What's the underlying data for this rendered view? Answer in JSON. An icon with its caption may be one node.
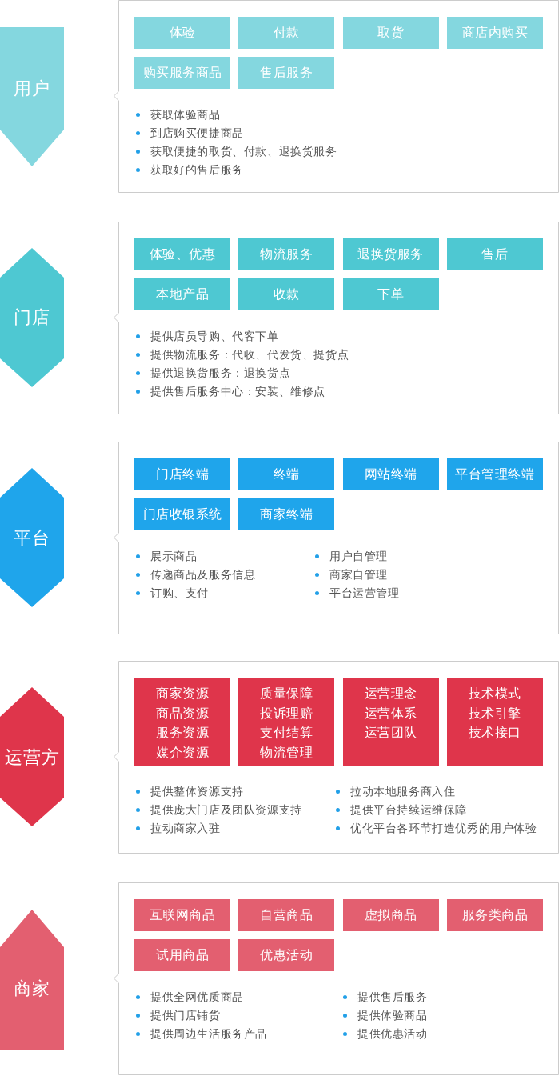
{
  "diagram": {
    "nodes": [
      {
        "text": [
          "用户"
        ]
      },
      {
        "text": [
          "获取体验商品",
          "到店购买便捷商品",
          "获取便捷的取货、付款、退换货服务",
          "获取好的售后服务"
        ]
      },
      {
        "text": [
          "体验"
        ],
        "in": 1
      },
      {
        "text": [
          "付款"
        ],
        "in": 1
      },
      {
        "text": [
          "取货"
        ],
        "in": 1
      },
      {
        "text": [
          "商店内购买"
        ],
        "in": 1
      },
      {
        "text": [
          "购买服务商品"
        ],
        "in": 1
      },
      {
        "text": [
          "售后服务"
        ],
        "in": 1
      },
      {
        "text": [
          "门店"
        ]
      },
      {
        "text": [
          "提供店员导购、代客下单",
          "提供物流服务：代收、代发货、提货点",
          "提供退换货服务：退换货点",
          "提供售后服务中心：安装、维修点"
        ]
      },
      {
        "text": [
          "体验、优惠"
        ],
        "in": 9
      },
      {
        "text": [
          "物流服务"
        ],
        "in": 9
      },
      {
        "text": [
          "退换货服务"
        ],
        "in": 9
      },
      {
        "text": [
          "售后"
        ],
        "in": 9
      },
      {
        "text": [
          "本地产品"
        ],
        "in": 9
      },
      {
        "text": [
          "收款"
        ],
        "in": 9
      },
      {
        "text": [
          "下单"
        ],
        "in": 9
      },
      {
        "text": [
          "平台"
        ]
      },
      {
        "text": [
          "展示商品",
          "传递商品及服务信息",
          "订购、支付",
          "用户自管理",
          "商家自管理",
          "平台运营管理"
        ]
      },
      {
        "text": [
          "门店终端"
        ],
        "in": 18
      },
      {
        "text": [
          "终端"
        ],
        "in": 18
      },
      {
        "text": [
          "网站终端"
        ],
        "in": 18
      },
      {
        "text": [
          "平台管理终端"
        ],
        "in": 18
      },
      {
        "text": [
          "门店收银系统"
        ],
        "in": 18
      },
      {
        "text": [
          "商家终端"
        ],
        "in": 18
      },
      {
        "text": [
          "运营方"
        ]
      },
      {
        "text": [
          "提供整体资源支持",
          "提供庞大门店及团队资源支持",
          "拉动商家入驻",
          "拉动本地服务商入住",
          "提供平台持续运维保障",
          "优化平台各环节打造优秀的用户体验"
        ]
      },
      {
        "text": [
          "商家资源",
          "商品资源",
          "服务资源",
          "媒介资源"
        ],
        "in": 26
      },
      {
        "text": [
          "质量保障",
          "投诉理赔",
          "支付结算",
          "物流管理"
        ],
        "in": 26
      },
      {
        "text": [
          "运营理念",
          "运营体系",
          "运营团队"
        ],
        "in": 26
      },
      {
        "text": [
          "技术模式",
          "技术引擎",
          "技术接口"
        ],
        "in": 26
      },
      {
        "text": [
          "商家"
        ]
      },
      {
        "text": [
          "提供全网优质商品",
          "提供门店铺货",
          "提供周边生活服务产品",
          "提供售后服务",
          "提供体验商品",
          "提供优惠活动"
        ]
      },
      {
        "text": [
          "互联网商品"
        ],
        "in": 32
      },
      {
        "text": [
          "自营商品"
        ],
        "in": 32
      },
      {
        "text": [
          "虚拟商品"
        ],
        "in": 32
      },
      {
        "text": [
          "服务类商品"
        ],
        "in": 32
      },
      {
        "text": [
          "试用商品"
        ],
        "in": 32
      },
      {
        "text": [
          "优惠活动"
        ],
        "in": 32
      }
    ]
  }
}
